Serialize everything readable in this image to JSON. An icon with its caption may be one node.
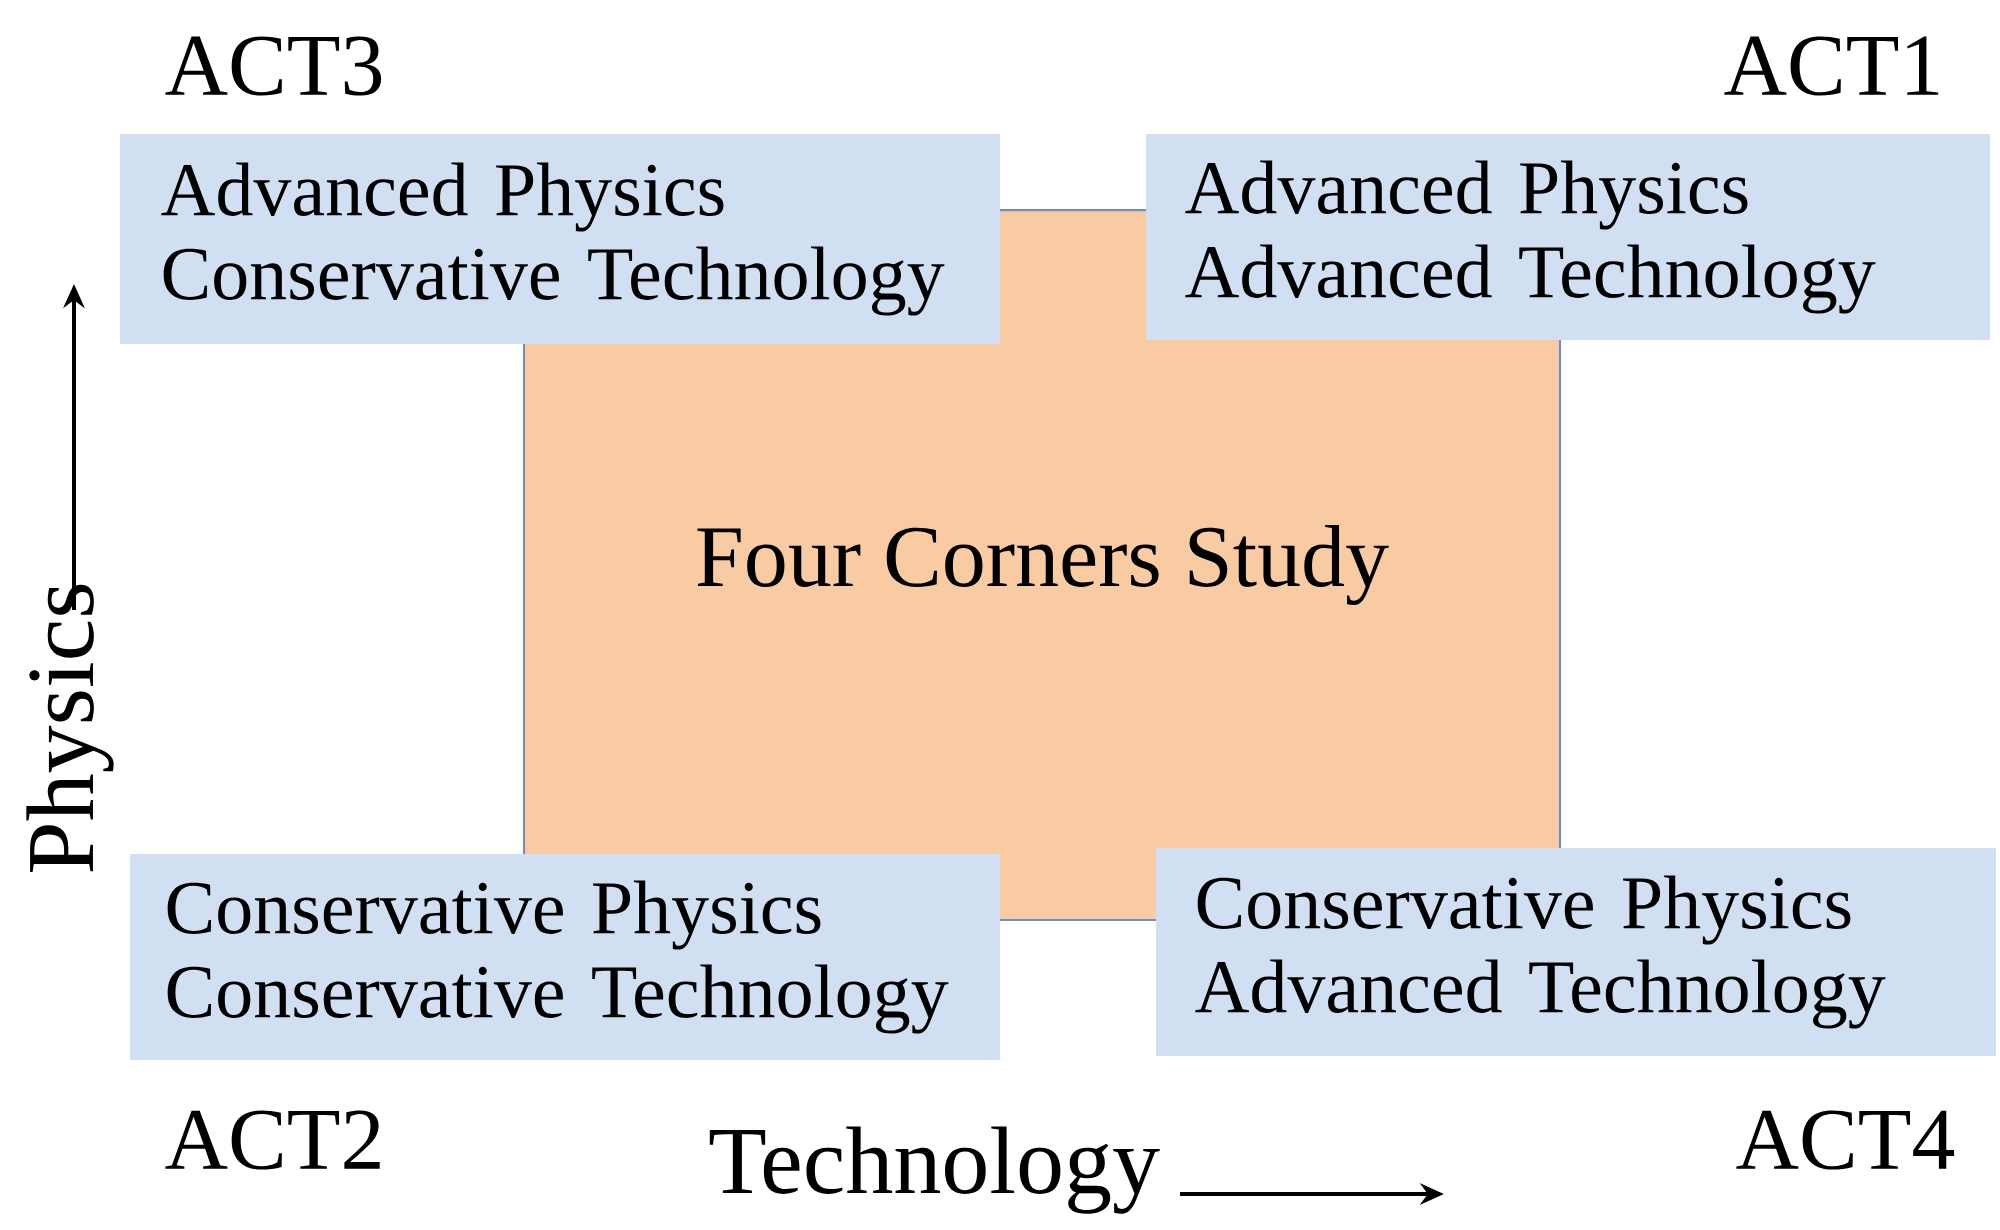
{
  "diagram": {
    "nodes": [
      {
        "text": [
          "ACT3",
          "Advanced Physics Conservative Technology"
        ]
      },
      {
        "text": [
          "ACT1",
          "Advanced Physics Advanced Technology"
        ]
      },
      {
        "text": [
          "Four Corners Study"
        ]
      },
      {
        "text": [
          "Conservative Physics Conservative Technology",
          "ACT2"
        ]
      },
      {
        "text": [
          "Conservative Physics Advanced Technology",
          "ACT4"
        ]
      }
    ],
    "labels": [
      "Physics",
      "Technology"
    ]
  }
}
